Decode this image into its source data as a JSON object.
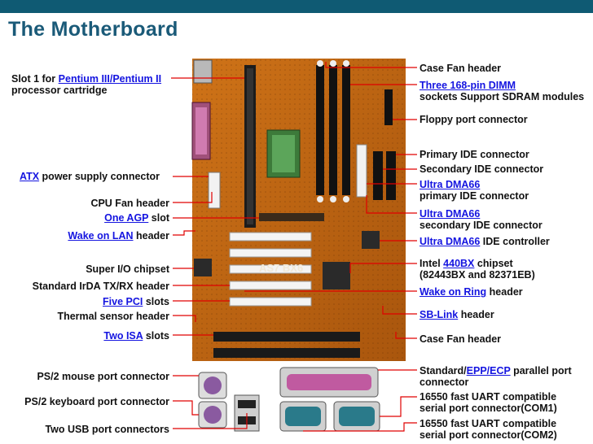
{
  "title": "The Motherboard",
  "colors": {
    "topbar": "#0f5a73",
    "title": "#1a5a78",
    "leader": "#e00000",
    "link": "#1414e0",
    "board": "#c96a12"
  },
  "left_labels": [
    {
      "id": "slot1",
      "lines": [
        [
          "Slot 1 for ",
          ""
        ],
        [
          "Pentium III/Pentium II",
          "hl"
        ]
      ],
      "line2": "processor cartridge"
    },
    {
      "id": "atx",
      "lines": [
        [
          "ATX",
          "hl"
        ],
        [
          "  power supply connector",
          ""
        ]
      ]
    },
    {
      "id": "cpufan",
      "lines": [
        [
          "CPU Fan header",
          ""
        ]
      ]
    },
    {
      "id": "agp",
      "lines": [
        [
          "One AGP",
          "hl"
        ],
        [
          " slot",
          ""
        ]
      ]
    },
    {
      "id": "wol",
      "lines": [
        [
          "Wake on LAN",
          "hl"
        ],
        [
          " header",
          ""
        ]
      ]
    },
    {
      "id": "superio",
      "lines": [
        [
          "Super I/O chipset",
          ""
        ]
      ]
    },
    {
      "id": "irda",
      "lines": [
        [
          "Standard IrDA TX/RX header",
          ""
        ]
      ]
    },
    {
      "id": "pci",
      "lines": [
        [
          "Five PCI",
          "hl"
        ],
        [
          " slots",
          ""
        ]
      ]
    },
    {
      "id": "thermal",
      "lines": [
        [
          "Thermal sensor header",
          ""
        ]
      ]
    },
    {
      "id": "isa",
      "lines": [
        [
          "Two ISA",
          "hl"
        ],
        [
          " slots",
          ""
        ]
      ]
    },
    {
      "id": "ps2m",
      "lines": [
        [
          "PS/2 mouse port connector",
          ""
        ]
      ]
    },
    {
      "id": "ps2k",
      "lines": [
        [
          "PS/2 keyboard port connector",
          ""
        ]
      ]
    },
    {
      "id": "usb",
      "lines": [
        [
          "Two USB port connectors",
          ""
        ]
      ]
    }
  ],
  "right_labels": [
    {
      "id": "casefan1",
      "lines": [
        [
          "Case Fan header",
          ""
        ]
      ]
    },
    {
      "id": "dimm",
      "lines": [
        [
          "Three 168-pin DIMM",
          "hl"
        ]
      ],
      "line2": "sockets Support SDRAM modules"
    },
    {
      "id": "floppy",
      "lines": [
        [
          "Floppy port connector",
          ""
        ]
      ]
    },
    {
      "id": "pide",
      "lines": [
        [
          "Primary IDE connector",
          ""
        ]
      ]
    },
    {
      "id": "side",
      "lines": [
        [
          "Secondary IDE connector",
          ""
        ]
      ]
    },
    {
      "id": "udma1",
      "lines": [
        [
          "Ultra DMA66",
          "hl"
        ]
      ],
      "line2": "primary IDE connector"
    },
    {
      "id": "udma2",
      "lines": [
        [
          "Ultra DMA66",
          "hl"
        ]
      ],
      "line2": "secondary IDE connector"
    },
    {
      "id": "udma3",
      "lines": [
        [
          "Ultra DMA66",
          "hl"
        ],
        [
          " IDE controller",
          ""
        ]
      ]
    },
    {
      "id": "intel",
      "lines": [
        [
          "Intel ",
          ""
        ],
        [
          "440BX",
          "hl"
        ],
        [
          " chipset",
          ""
        ]
      ],
      "line2": "(82443BX and 82371EB)"
    },
    {
      "id": "wor",
      "lines": [
        [
          "Wake on Ring",
          "hl"
        ],
        [
          " header",
          ""
        ]
      ]
    },
    {
      "id": "sblink",
      "lines": [
        [
          "SB-Link",
          "hl"
        ],
        [
          " header",
          ""
        ]
      ]
    },
    {
      "id": "casefan2",
      "lines": [
        [
          "Case Fan header",
          ""
        ]
      ]
    },
    {
      "id": "parallel",
      "lines": [
        [
          "Standard/",
          ""
        ],
        [
          "EPP/ECP",
          "hl"
        ],
        [
          " parallel port",
          ""
        ]
      ],
      "line2": "connector"
    },
    {
      "id": "com1",
      "lines": [
        [
          "16550 fast UART compatible",
          ""
        ]
      ],
      "line2": "serial port connector(COM1)"
    },
    {
      "id": "com2",
      "lines": [
        [
          "16550 fast UART compatible",
          ""
        ]
      ],
      "line2": "serial port connector(COM2)"
    }
  ],
  "board_text": "AS7 BX6"
}
